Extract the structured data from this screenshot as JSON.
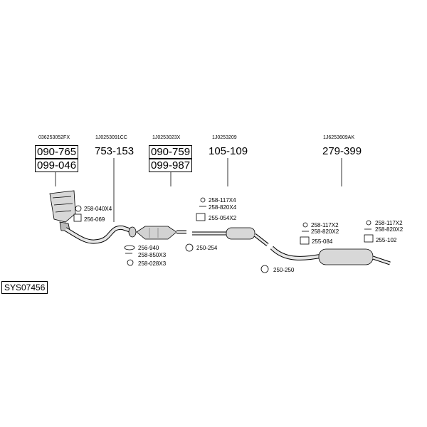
{
  "system_code": "SYS07456",
  "groups": [
    {
      "oem": "036253052FX",
      "parts": [
        "090-765",
        "099-046"
      ]
    },
    {
      "oem": "1J0253091CC",
      "parts": [
        "753-153"
      ]
    },
    {
      "oem": "1J0253023X",
      "parts": [
        "090-759",
        "099-987"
      ]
    },
    {
      "oem": "1J0253209",
      "parts": [
        "105-109"
      ]
    },
    {
      "oem": "1J6253609AK",
      "parts": [
        "279-399"
      ]
    }
  ],
  "accessories": [
    "258-040X4",
    "256-069",
    "256-940",
    "258-850X3",
    "258-028X3",
    "258-117X4",
    "258-820X4",
    "255-054X2",
    "250-254",
    "250-250",
    "258-117X2",
    "258-820X2",
    "255-084",
    "258-117X2",
    "258-820X2",
    "255-102"
  ],
  "colors": {
    "line": "#000000",
    "part_fill": "#e6e6e6",
    "part_shade": "#9a9a9a"
  }
}
